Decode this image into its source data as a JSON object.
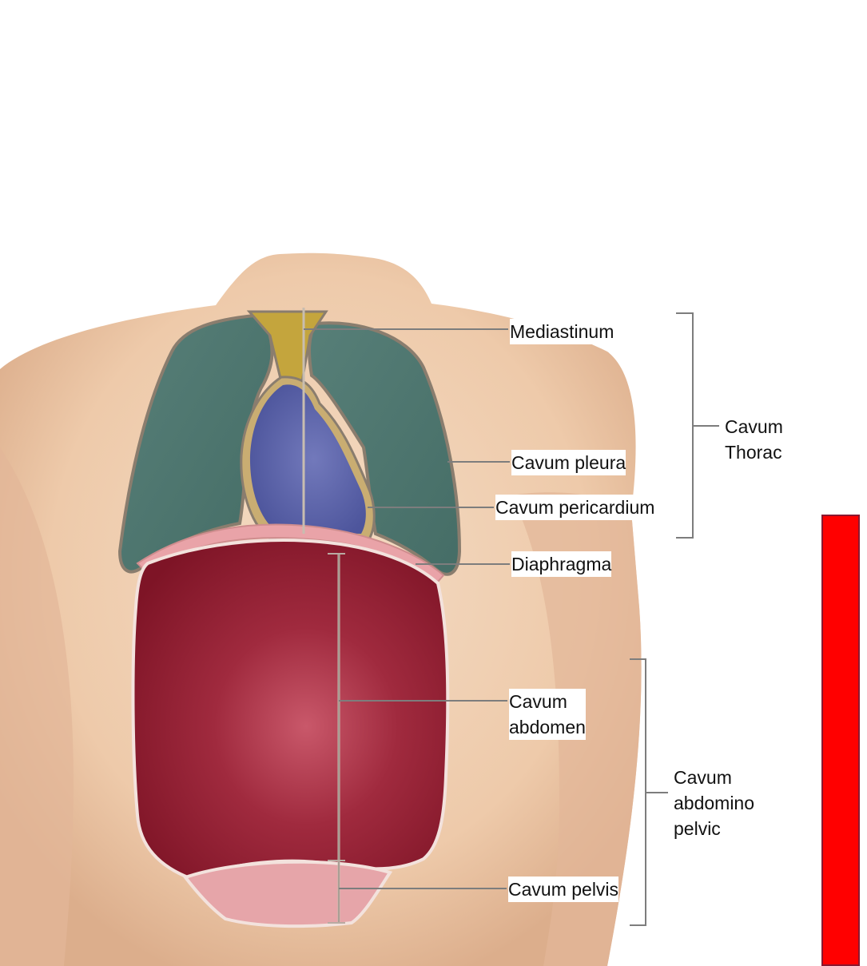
{
  "labels": {
    "mediastinum": "Mediastinum",
    "cavum_pleura": "Cavum pleura",
    "cavum_pericardium": "Cavum pericardium",
    "diaphragma": "Diaphragma",
    "cavum_abdomen": [
      "Cavum",
      "abdomen"
    ],
    "cavum_pelvis": "Cavum pelvis",
    "cavum_thorac": [
      "Cavum",
      "Thorac"
    ],
    "cavum_abdomino_pelvic": [
      "Cavum",
      "abdomino",
      "pelvic"
    ]
  },
  "colors": {
    "skin": "#efd0b4",
    "skin_shadow": "#d9a583",
    "lung": "#4e7a72",
    "mediastinum": "#c0a23a",
    "heart": "#5c64ad",
    "diaphragm": "#e9a0a6",
    "abdomen": "#8c1a2c",
    "pelvis": "#e4a2a6",
    "leader_line": "#777777",
    "side_bar": "#ff0000"
  }
}
